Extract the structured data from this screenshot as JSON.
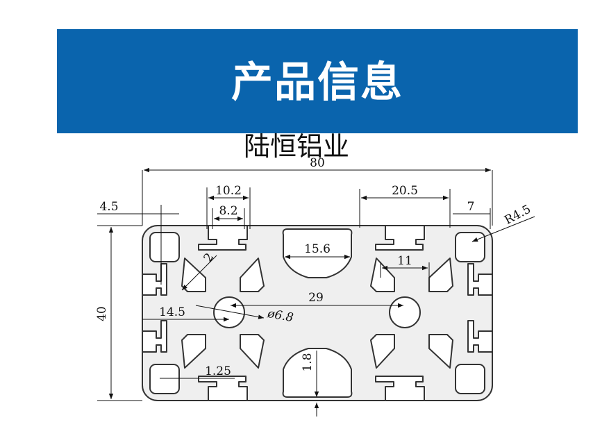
{
  "header": {
    "title": "产品信息"
  },
  "subtitle": "陆恒铝业",
  "drawing": {
    "dimensions": {
      "overall_width": "80",
      "overall_height": "40",
      "slot_outer": "10.2",
      "slot_inner": "8.2",
      "left_lip": "4.5",
      "right_slot": "20.5",
      "right_lip": "7",
      "corner_radius": "R4.5",
      "wall": "2",
      "center_gap": "15.6",
      "hub_width": "11",
      "hub_spacing": "29",
      "left_offset": "14.5",
      "bore": "ø6.8",
      "thickness": "1.8",
      "small_wall": "1.25"
    }
  }
}
